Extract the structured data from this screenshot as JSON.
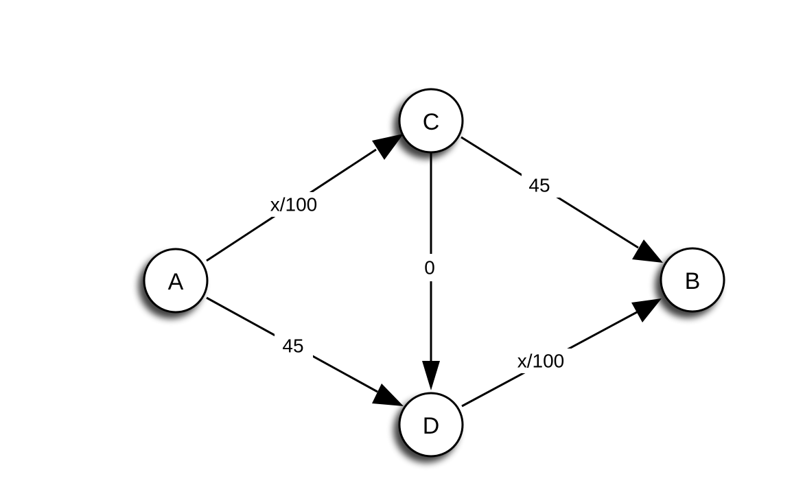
{
  "graph": {
    "nodes": [
      {
        "id": "A",
        "label": "A"
      },
      {
        "id": "B",
        "label": "B"
      },
      {
        "id": "C",
        "label": "C"
      },
      {
        "id": "D",
        "label": "D"
      }
    ],
    "edges": [
      {
        "id": "A-C",
        "from": "A",
        "to": "C",
        "label": "x/100"
      },
      {
        "id": "A-D",
        "from": "A",
        "to": "D",
        "label": "45"
      },
      {
        "id": "C-B",
        "from": "C",
        "to": "B",
        "label": "45"
      },
      {
        "id": "C-D",
        "from": "C",
        "to": "D",
        "label": "0"
      },
      {
        "id": "D-B",
        "from": "D",
        "to": "B",
        "label": "x/100"
      }
    ]
  }
}
